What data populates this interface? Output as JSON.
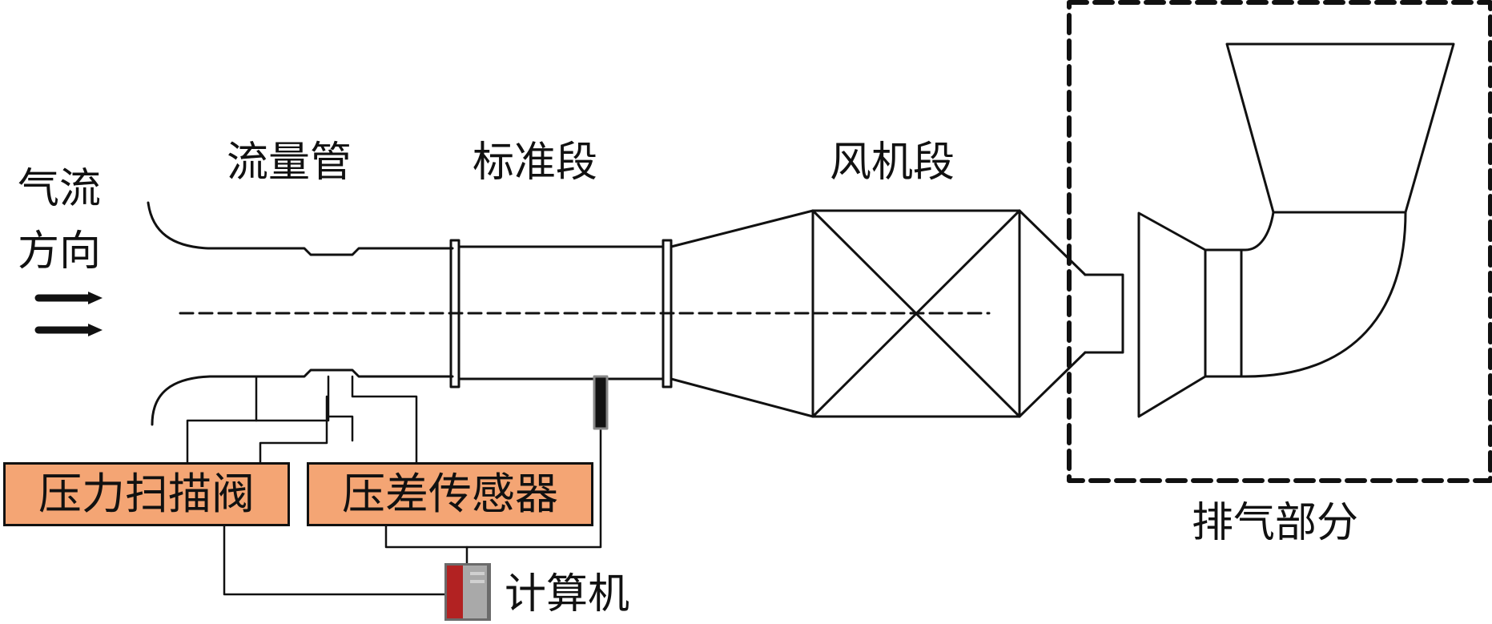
{
  "labels": {
    "airflow_direction_line1": "气流",
    "airflow_direction_line2": "方向",
    "flow_tube": "流量管",
    "standard_section": "标准段",
    "fan_section": "风机段",
    "exhaust_section": "排气部分",
    "pressure_scanner": "压力扫描阀",
    "differential_pressure_sensor": "压差传感器",
    "computer": "计算机"
  },
  "colors": {
    "line": "#111111",
    "device_box_fill": "#f4a574",
    "computer_body": "#6b6b6b",
    "computer_accent": "#b22222"
  },
  "icons": {
    "arrows": "double-right-arrow-icon",
    "computer": "computer-tower-icon",
    "probe": "temperature-probe-icon"
  }
}
